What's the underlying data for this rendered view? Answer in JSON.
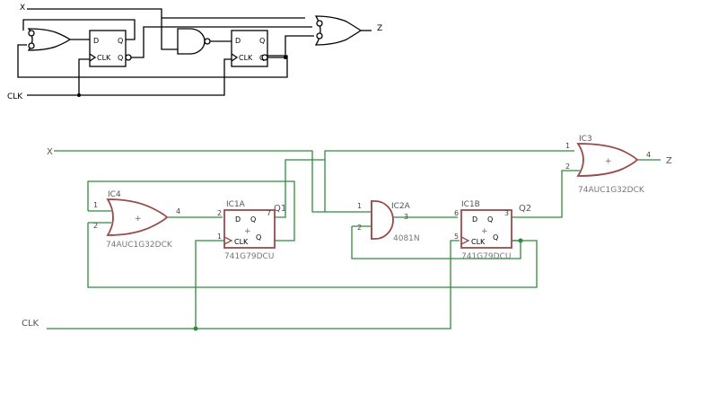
{
  "top_diagram": {
    "input_x": "X",
    "input_clk": "CLK",
    "output_z": "Z",
    "ff1": {
      "d": "D",
      "q": "Q",
      "clk": "CLK",
      "qbar": "Q"
    },
    "ff2": {
      "d": "D",
      "q": "Q",
      "clk": "CLK",
      "qbar": "Q"
    }
  },
  "schematic": {
    "net_x": "X",
    "net_clk": "CLK",
    "net_z": "Z",
    "net_q1": "Q1",
    "net_q2": "Q2",
    "ic4": {
      "ref": "IC4",
      "part": "74AUC1G32DCK",
      "pin_in1": "1",
      "pin_in2": "2",
      "pin_out": "4",
      "symbol": "+"
    },
    "ic1a": {
      "ref": "IC1A",
      "part": "741G79DCU",
      "pin_d": "2",
      "pin_clk": "1",
      "pin_q": "7",
      "d": "D",
      "q": "Q",
      "clk": "CLK",
      "qbar": "Q",
      "symbol": "+"
    },
    "ic2a": {
      "ref": "IC2A",
      "part": "4081N",
      "pin_in1": "1",
      "pin_in2": "2",
      "pin_out": "3"
    },
    "ic1b": {
      "ref": "IC1B",
      "part": "741G79DCU",
      "pin_d": "6",
      "pin_clk": "5",
      "pin_q": "3",
      "d": "D",
      "q": "Q",
      "clk": "CLK",
      "qbar": "Q",
      "symbol": "+"
    },
    "ic3": {
      "ref": "IC3",
      "part": "74AUC1G32DCK",
      "pin_in1": "1",
      "pin_in2": "2",
      "pin_out": "4",
      "symbol": "+"
    }
  }
}
